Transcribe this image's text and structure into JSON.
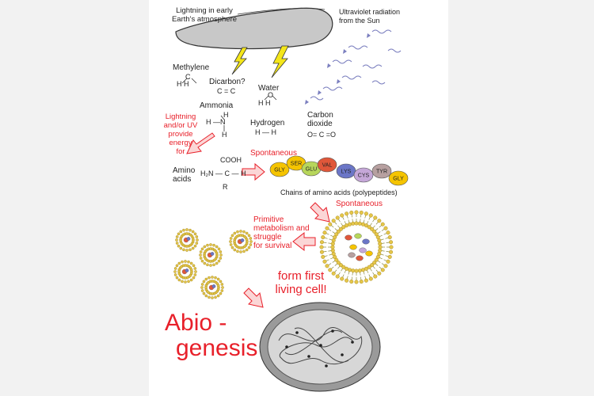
{
  "labels": {
    "lightning": [
      "Lightning in early",
      "Earth's atmosphere"
    ],
    "uv": [
      "Ultraviolet radiation",
      "from the Sun"
    ],
    "methylene": "Methylene",
    "dicarbon": "Dicarbon?",
    "water": "Water",
    "ammonia": "Ammonia",
    "hydrogen": "Hydrogen",
    "co2": [
      "Carbon",
      "dioxide"
    ],
    "energy_note": [
      "Lightning",
      "and/or UV",
      "provide",
      "energy",
      "for"
    ],
    "amino": [
      "Amino",
      "acids"
    ],
    "spontaneous_1": "Spontaneous",
    "chains": "Chains of amino acids (polypeptides)",
    "spontaneous_2": "Spontaneous",
    "metabolism": [
      "Primitive",
      "metabolism and",
      "struggle",
      "for survival"
    ],
    "form_cell": [
      "form first",
      "living cell!"
    ],
    "abio": [
      "Abio -",
      "genesis"
    ]
  },
  "formulas": {
    "methylene_top": "C",
    "methylene_bottom": "H      H",
    "dicarbon": "C = C",
    "water_top": "O",
    "water_bottom": "H        H",
    "ammonia_h1": "H",
    "ammonia_mid": "H —N",
    "ammonia_h2": "H",
    "hydrogen": "H — H",
    "co2": "O= C =O",
    "amino_cooh": "COOH",
    "amino_mid": "H₂N — C — H",
    "amino_r": "R"
  },
  "beads": [
    {
      "label": "GLY",
      "color": "#f5c400"
    },
    {
      "label": "SER",
      "color": "#f5c400"
    },
    {
      "label": "GLU",
      "color": "#b7d65b"
    },
    {
      "label": "VAL",
      "color": "#e0573a"
    },
    {
      "label": "LYS",
      "color": "#6b76c7"
    },
    {
      "label": "CYS",
      "color": "#c5a7d8"
    },
    {
      "label": "TYR",
      "color": "#b7a0a0"
    },
    {
      "label": "GLY",
      "color": "#f5c400"
    }
  ],
  "colors": {
    "red": "#e8202a",
    "arrow_fill": "#fbd6d6",
    "cloud": "#c8c8c8",
    "bolt": "#f4e61a",
    "uv_ray": "#7b7fbf",
    "membrane_head": "#e5c64a",
    "cell_rim": "#9a9a9a",
    "cell_fill": "#d7d7d7"
  }
}
